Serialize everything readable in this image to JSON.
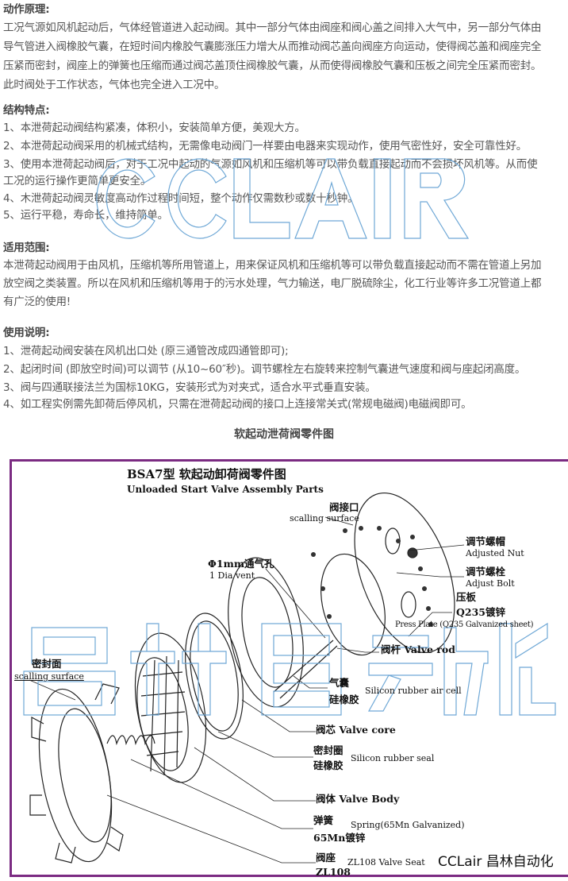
{
  "sections": [
    {
      "heading": "动作原理:",
      "lines": [
        "工况气源如风机起动后，气体经管道进入起动阀。其中一部分气体由阀座和阀心盖之间排入大气中，另一部分气体由",
        "导气管进入阀橡胶气囊，在短时间内橡胶气囊膨涨压力增大从而推动阀芯盖向阀座方向运动，使得阀芯盖和阀座完全",
        "压紧而密封，阀座上的弹簧也压缩而通过阀芯盖顶住阀橡胶气囊，从而使得阀橡胶气囊和压板之间完全压紧而密封。",
        "此时阀处于工作状态，气体也完全进入工况中。"
      ]
    },
    {
      "heading": "结构特点:",
      "lines": [
        "1、本泄荷起动阀结构紧凑，体积小，安装简单方便，美观大方。",
        "2、本泄荷起动阀采用的机械式结构，无需像电动阀门一样要由电器来实现动作，使用气密性好，安全可靠性好。",
        "3、使用本泄荷起动阀后，对于工况中起动的气源如风机和压缩机等可以带负载直接起动而不会损坏风机等。从而使",
        "工况的运行操作更简单更安全。",
        "4、木泄荷起动阀灵敏度高动作过程时间短，整个动作仅需数秒或数十秒钟。",
        "5、运行平稳，寿命长，维持简单。"
      ]
    },
    {
      "heading": "适用范围:",
      "lines": [
        "本泄荷起动阀用于由风机，压缩机等所用管道上，用来保证风机和压缩机等可以带负载直接起动而不需在管道上另加",
        "放空阀之类装置。所以在风机和压缩机等用于的污水处理，气力输送，电厂脱硫除尘，化工行业等许多工况管道上都",
        "有广泛的使用!"
      ]
    },
    {
      "heading": "使用说明:",
      "lines": [
        "1、泄荷起动阀安装在风机出口处 (原三通管改成四通管即可);",
        "2、起闭时间 (即放空时间)可以调节 (从10~60″秒)。调节螺栓左右旋转来控制气囊进气速度和阀与座起闭高度。",
        "3、阀与四通联接法兰为国标10KG，安装形式为对夹式，适合水平式垂直安装。",
        "4、如工程实例需先卸荷后停风机，只需在泄荷起动阀的接口上连接常关式(常规电磁阀)电磁阀即可。"
      ]
    }
  ],
  "figure_caption": "软起动泄荷阀零件图",
  "diagram": {
    "title_cn": "BSA7型 软起动卸荷阀零件图",
    "title_en": "Unloaded Start Valve Assembly Parts",
    "labels": {
      "interface_cn": "阀接口",
      "interface_en": "scalling surface",
      "nut_cn": "调节螺帽",
      "nut_en": "Adjusted Nut",
      "bolt_cn": "调节螺栓",
      "bolt_en": "Adjust Bolt",
      "vent_cn": "Φ1mm通气孔",
      "vent_en": "1 Dia vent",
      "plate_cn1": "压板",
      "plate_cn2": "Q235镀锌",
      "plate_en": "Press Plate (Q235 Galvanized sheet)",
      "rod": "阀杆 Valve rod",
      "seal_face_cn": "密封面",
      "seal_face_en": "scalling surface",
      "aircell_cn1": "气囊",
      "aircell_cn2": "硅橡胶",
      "aircell_en": "Silicon rubber air cell",
      "core": "阀芯 Valve core",
      "sealring_cn1": "密封圈",
      "sealring_cn2": "硅橡胶",
      "sealring_en": "Silicon rubber seal",
      "body": "阀体  Valve Body",
      "spring_cn1": "弹簧",
      "spring_cn2": "65Mn镀锌",
      "spring_en": "Spring(65Mn Galvanized)",
      "seat_cn1": "阀座",
      "seat_cn2": "ZL108",
      "seat_en": "ZL108 Valve Seat"
    },
    "brand": "CCLair 昌林自动化",
    "watermark_top": "CCLAIR",
    "watermark_bottom": "昌林自动化"
  },
  "colors": {
    "frame": "#7b2b82",
    "watermark": "#6fa8d6"
  }
}
